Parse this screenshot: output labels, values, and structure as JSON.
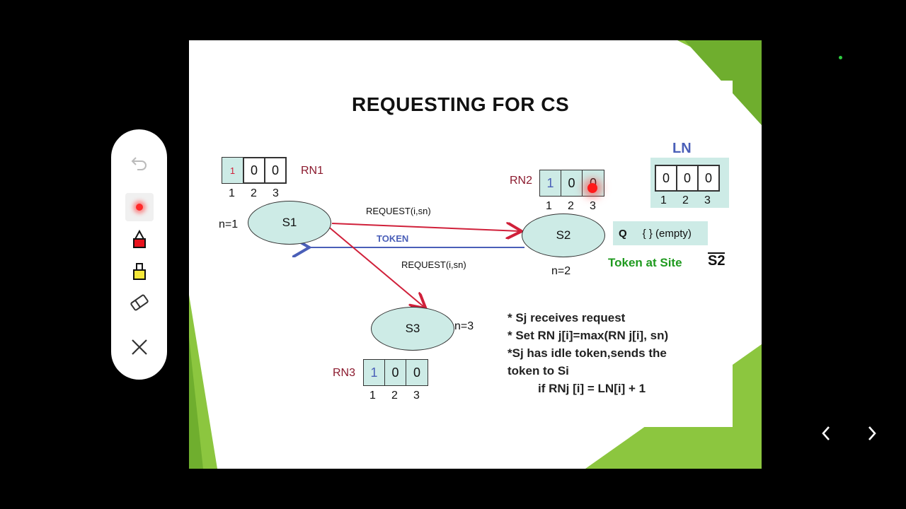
{
  "slide": {
    "title": "REQUESTING FOR CS",
    "nodes": {
      "s1": "S1",
      "s2": "S2",
      "s3": "S3"
    },
    "n_labels": {
      "n1": "n=1",
      "n2": "n=2",
      "n3": "n=3"
    },
    "rn1": {
      "label": "RN1",
      "cells": [
        "1",
        "0",
        "0"
      ]
    },
    "rn2": {
      "label": "RN2",
      "cells": [
        "1",
        "0",
        "0"
      ]
    },
    "rn3": {
      "label": "RN3",
      "cells": [
        "1",
        "0",
        "0"
      ]
    },
    "ln": {
      "label": "LN",
      "cells": [
        "0",
        "0",
        "0"
      ]
    },
    "indices": [
      "1",
      "2",
      "3"
    ],
    "edges": {
      "req_s2": "REQUEST(i,sn)",
      "token": "TOKEN",
      "req_s3": "REQUEST(i,sn)"
    },
    "queue": {
      "q": "Q",
      "value": "{ } (empty)"
    },
    "token_site": {
      "text": "Token at Site",
      "site": "S2"
    },
    "notes": [
      "* Sj receives request",
      "* Set RN j[i]=max(RN j[i], sn)",
      "*Sj has idle token,sends the",
      "token to Si",
      "if RNj [i] = LN[i] + 1"
    ]
  },
  "colors": {
    "node_fill": "#cdebe6",
    "accent_green": "#8cc63f",
    "red_arrow": "#d0203a",
    "blue_arrow": "#4a5fb8"
  },
  "toolbar": {
    "tools": [
      "undo-icon",
      "laser-pointer-icon",
      "red-pen-icon",
      "highlighter-icon",
      "eraser-icon",
      "close-icon"
    ]
  },
  "navigation": {
    "prev": "chevron-left-icon",
    "next": "chevron-right-icon"
  }
}
